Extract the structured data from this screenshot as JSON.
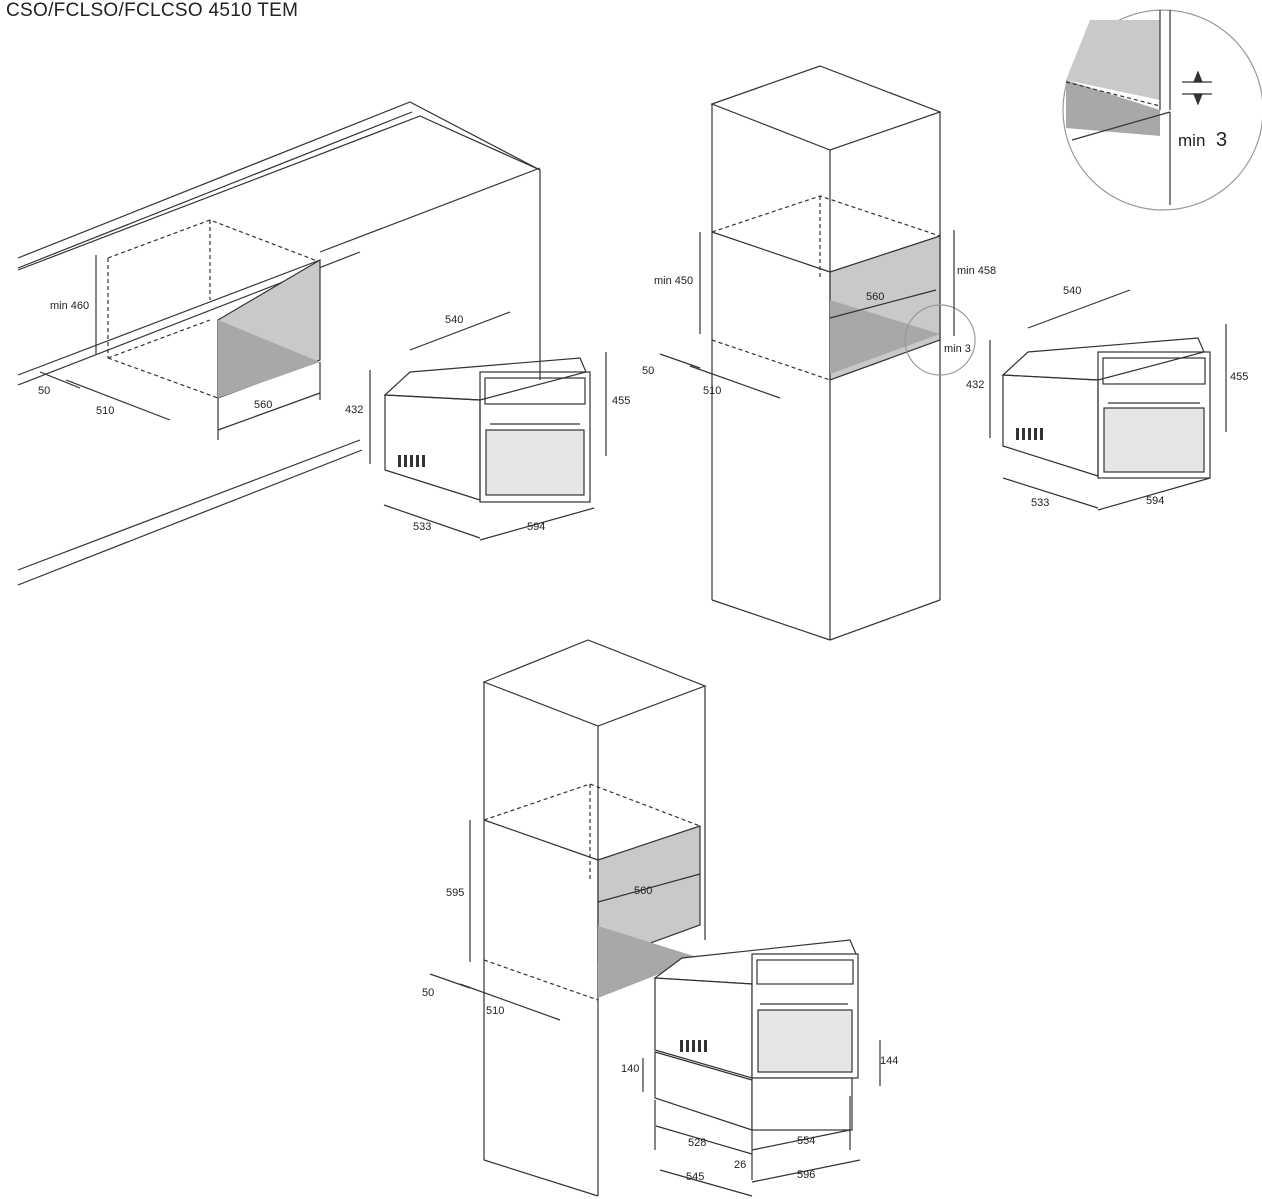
{
  "title": "CSO/FCLSO/FCLCSO 4510 TEM",
  "colors": {
    "line": "#333333",
    "panel": "#c8c8c8",
    "panel_dark": "#a9a9a9",
    "background": "#ffffff"
  },
  "detail": {
    "label_prefix": "min",
    "label_value": "3"
  },
  "view1": {
    "cabinet": {
      "min_height": "min 460",
      "gap": "50",
      "depth": "510",
      "width": "560"
    },
    "oven": {
      "width_top": "540",
      "height_side": "432",
      "height_front": "455",
      "depth": "533",
      "front_width": "594"
    }
  },
  "view2": {
    "cabinet": {
      "min_height": "min 450",
      "min_height_right": "min 458",
      "width": "560",
      "min_gap": "min 3",
      "gap": "50",
      "depth": "510"
    },
    "oven": {
      "width_top": "540",
      "height_side": "432",
      "height_front": "455",
      "depth": "533",
      "front_width": "594"
    }
  },
  "view3": {
    "cabinet": {
      "height": "595",
      "width": "560",
      "gap": "50",
      "depth": "510"
    },
    "drawer": {
      "height_side": "140",
      "height_front": "144",
      "depth_drawer": "528",
      "width_drawer": "554",
      "offset": "26",
      "depth_total": "545",
      "width_total": "596"
    }
  }
}
